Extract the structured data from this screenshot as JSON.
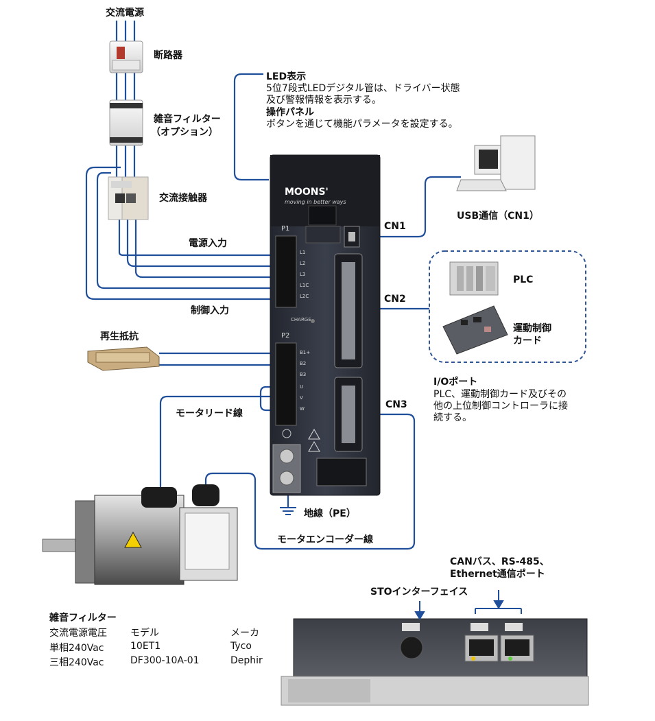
{
  "power": {
    "ac_supply": "交流電源",
    "breaker": "断路器",
    "noise_filter_l1": "雑音フィルター",
    "noise_filter_l2": "（オプション）",
    "contactor": "交流接触器",
    "power_input": "電源入力",
    "control_input": "制御入力",
    "regen_resistor": "再生抵抗",
    "motor_lead": "モータリード線",
    "ground": "地線（PE）",
    "encoder_line": "モータエンコーダー線"
  },
  "led": {
    "title": "LED表示",
    "desc1": "5位7段式LEDデジタル管は、ドライバー状態",
    "desc2": "及び警報情報を表示する。",
    "panel_title": "操作パネル",
    "panel_desc": "ボタンを通じて機能パラメータを設定する。"
  },
  "connectors": {
    "cn1": "CN1",
    "cn2": "CN2",
    "cn3": "CN3",
    "usb": "USB通信（CN1）",
    "plc": "PLC",
    "motion_card_l1": "運動制御",
    "motion_card_l2": "カード",
    "io_title": "I/Oポート",
    "io_desc1": "PLC、運動制御カード及びその",
    "io_desc2": "他の上位制御コントローラに接",
    "io_desc3": "続する。"
  },
  "drive": {
    "brand": "MOONS'",
    "tagline": "moving in better ways",
    "p1": "P1",
    "p2": "P2",
    "charge": "CHARGE",
    "p1_terminals": [
      "L1",
      "L2",
      "L3",
      "L1C",
      "L2C"
    ],
    "p2_terminals": [
      "B1+",
      "B2",
      "B3",
      "U",
      "V",
      "W"
    ]
  },
  "bottom": {
    "can_l1": "CANバス、RS-485、",
    "can_l2": "Ethernet通信ポート",
    "sto": "STOインターフェイス"
  },
  "filter_table": {
    "title": "雑音フィルター",
    "headers": [
      "交流電源電圧",
      "モデル",
      "メーカ"
    ],
    "rows": [
      [
        "単相240Vac",
        "10ET1",
        "Tyco"
      ],
      [
        "三相240Vac",
        "DF300-10A-01",
        "Dephir"
      ]
    ]
  },
  "colors": {
    "wire": "#1f4e9b",
    "drive_body": "#2e3340",
    "dashed_box": "#2f5597"
  }
}
